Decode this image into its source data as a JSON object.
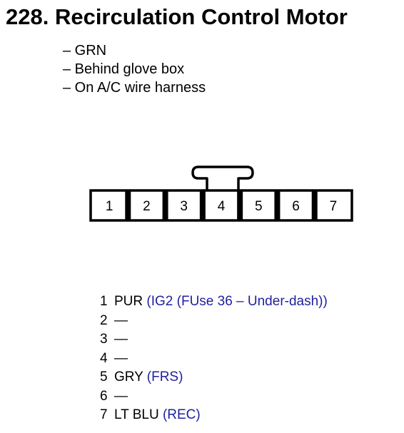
{
  "title": "228. Recirculation Control Motor",
  "notes": [
    "– GRN",
    "– Behind glove box",
    "– On A/C wire harness"
  ],
  "connector": {
    "cavities": [
      "1",
      "2",
      "3",
      "4",
      "5",
      "6",
      "7"
    ],
    "key_above_cavity": "4"
  },
  "pins": [
    {
      "num": "1",
      "wire": "PUR",
      "desc": "(IG2 (FUse 36 – Under-dash))"
    },
    {
      "num": "2",
      "wire": "—",
      "desc": ""
    },
    {
      "num": "3",
      "wire": "—",
      "desc": ""
    },
    {
      "num": "4",
      "wire": "—",
      "desc": ""
    },
    {
      "num": "5",
      "wire": "GRY",
      "desc": "(FRS)"
    },
    {
      "num": "6",
      "wire": "—",
      "desc": ""
    },
    {
      "num": "7",
      "wire": "LT BLU",
      "desc": "(REC)"
    }
  ],
  "colors": {
    "description_text": "#1f1fa0"
  }
}
